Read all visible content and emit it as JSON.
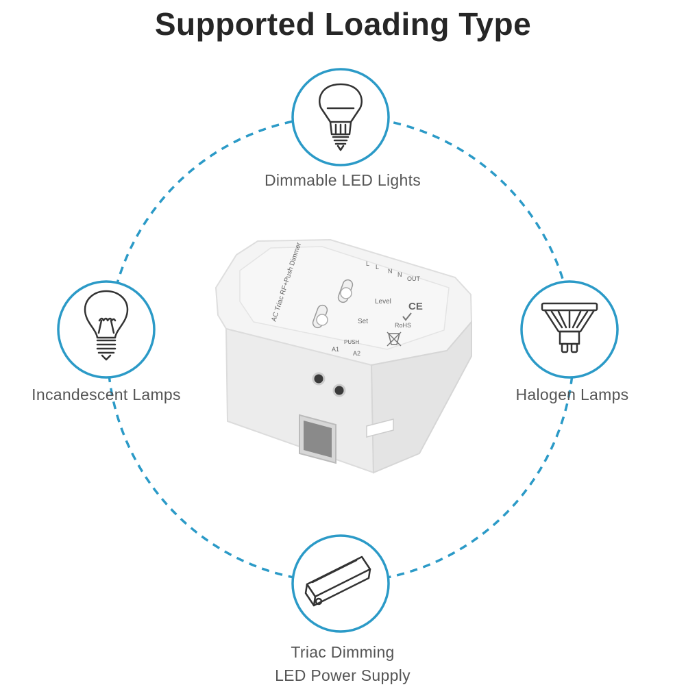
{
  "title": "Supported Loading Type",
  "items": [
    {
      "label": "Dimmable LED Lights",
      "icon": "led-bulb-icon"
    },
    {
      "label": "Incandescent Lamps",
      "icon": "incandescent-bulb-icon"
    },
    {
      "label": "Halogen Lamps",
      "icon": "halogen-lamp-icon"
    },
    {
      "label_line1": "Triac Dimming",
      "label_line2": "LED Power Supply",
      "icon": "led-driver-icon"
    }
  ],
  "device": {
    "name_text": "AC Triac RF+Push Dimmer",
    "terminals": [
      "L",
      "L",
      "N",
      "N",
      "OUT"
    ],
    "level": "Level",
    "set": "Set",
    "push": "PUSH",
    "a1": "A1",
    "a2": "A2",
    "ce": "CE",
    "rohs": "RoHS"
  },
  "colors": {
    "accent": "#2b9ac7",
    "title": "#262626",
    "label": "#555555",
    "device": "#f3f3f3"
  }
}
